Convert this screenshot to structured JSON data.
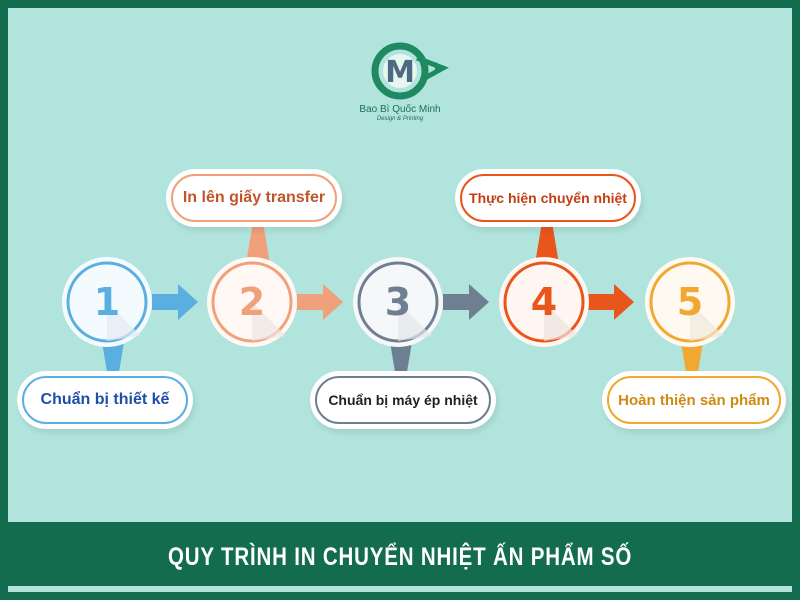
{
  "logo": {
    "name": "Bao Bì Quốc Minh",
    "tagline": "Design & Printing",
    "letter": "M"
  },
  "title": "QUY TRÌNH IN CHUYỂN NHIỆT ẤN PHẨM SỐ",
  "steps": [
    {
      "number": "1",
      "label": "Chuẩn bị thiết kế",
      "color": "#5aaee0",
      "text_color": "#1e4fa8"
    },
    {
      "number": "2",
      "label": "In lên giấy transfer",
      "color": "#f0a07a",
      "text_color": "#c0552a"
    },
    {
      "number": "3",
      "label": "Chuẩn bị máy ép nhiệt",
      "color": "#6f7f92",
      "text_color": "#222222"
    },
    {
      "number": "4",
      "label": "Thực hiện chuyển nhiệt",
      "color": "#e8561c",
      "text_color": "#c43d10"
    },
    {
      "number": "5",
      "label": "Hoàn thiện sản phẩm",
      "color": "#f0a830",
      "text_color": "#cf8a12"
    }
  ],
  "colors": {
    "frame": "#146c4e",
    "background": "#b0e4dc"
  }
}
